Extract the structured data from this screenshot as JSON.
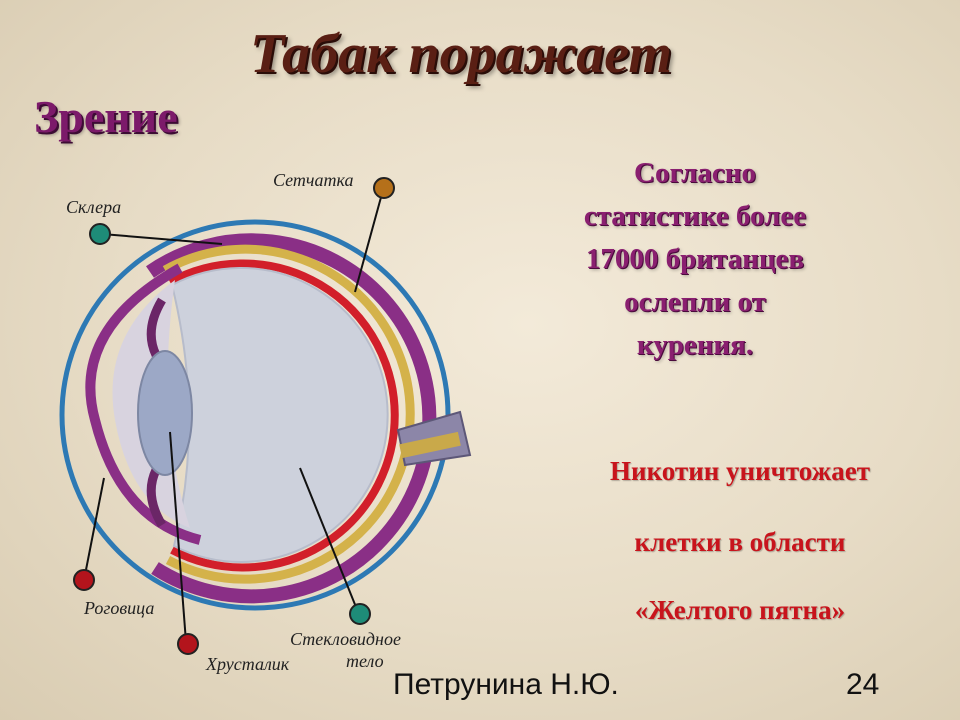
{
  "title": "Табак поражает",
  "subtitle": "Зрение",
  "statistic": {
    "lines": [
      "Согласно",
      "статистике более",
      "17000 британцев",
      "ослепли от",
      "курения."
    ]
  },
  "nicotine": {
    "lines": [
      "Никотин уничтожает",
      "клетки в области",
      "«Желтого пятна»"
    ]
  },
  "diagram": {
    "labels": {
      "retina": "Сетчатка",
      "sclera": "Склера",
      "cornea": "Роговица",
      "lens": "Хрусталик",
      "vitreous_1": "Стекловидное",
      "vitreous_2": "тело"
    },
    "colors": {
      "outer_ring": "#2d79b4",
      "sclera": "#8a2f86",
      "choroid": "#d4b24a",
      "retina": "#d21f2a",
      "vitreous": "#cdd1dc",
      "lens": "#9ca8c6"
    }
  },
  "footer": {
    "author": "Петрунина Н.Ю.",
    "page": "24"
  }
}
